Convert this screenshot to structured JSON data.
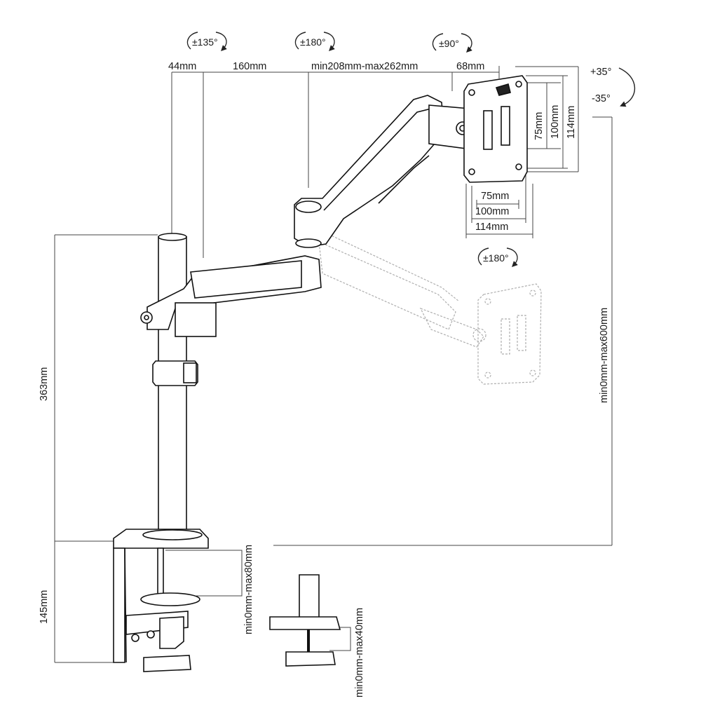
{
  "diagram": {
    "rotations": {
      "pole_swivel": "±135°",
      "arm_swivel": "±180°",
      "tilt": "±90°",
      "tilt_up": "+35°",
      "tilt_down": "-35°",
      "rotate": "±180°"
    },
    "dimensions": {
      "d44": "44mm",
      "d160": "160mm",
      "arm_reach": "min208mm-max262mm",
      "d68": "68mm",
      "height_363": "363mm",
      "height_145": "145mm",
      "height_range": "min0mm-max600mm",
      "clamp_range": "min0mm-max80mm",
      "grommet_range": "min0mm-max40mm",
      "vesa_h_75": "75mm",
      "vesa_h_100": "100mm",
      "vesa_h_114": "114mm",
      "vesa_v_75": "75mm",
      "vesa_v_100": "100mm",
      "vesa_v_114": "114mm"
    }
  }
}
